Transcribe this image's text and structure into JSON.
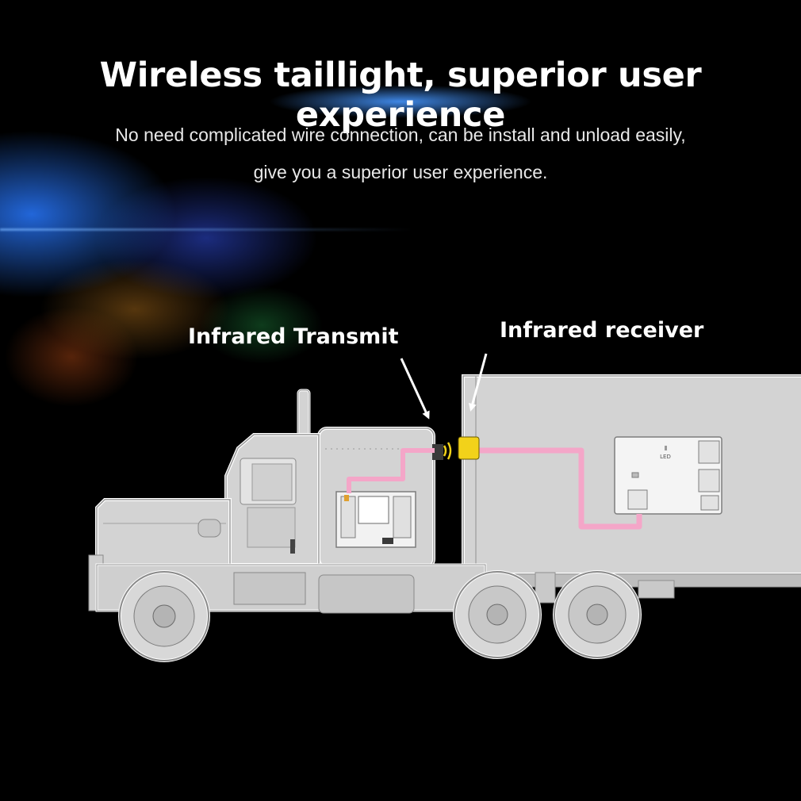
{
  "header": {
    "title": "Wireless taillight, superior user experience",
    "subtitle_line1": "No need complicated wire connection, can be install and unload easily,",
    "subtitle_line2": "give you a superior user experience."
  },
  "callouts": {
    "transmitter": "Infrared Transmit",
    "receiver": "Infrared receiver"
  },
  "board": {
    "led_label": "LED"
  },
  "colors": {
    "background": "#000000",
    "vehicle_fill": "#d3d3d3",
    "vehicle_outline": "#9a9a9a",
    "wire": "#f4a6c8",
    "ir_signal": "#f2d21a"
  }
}
